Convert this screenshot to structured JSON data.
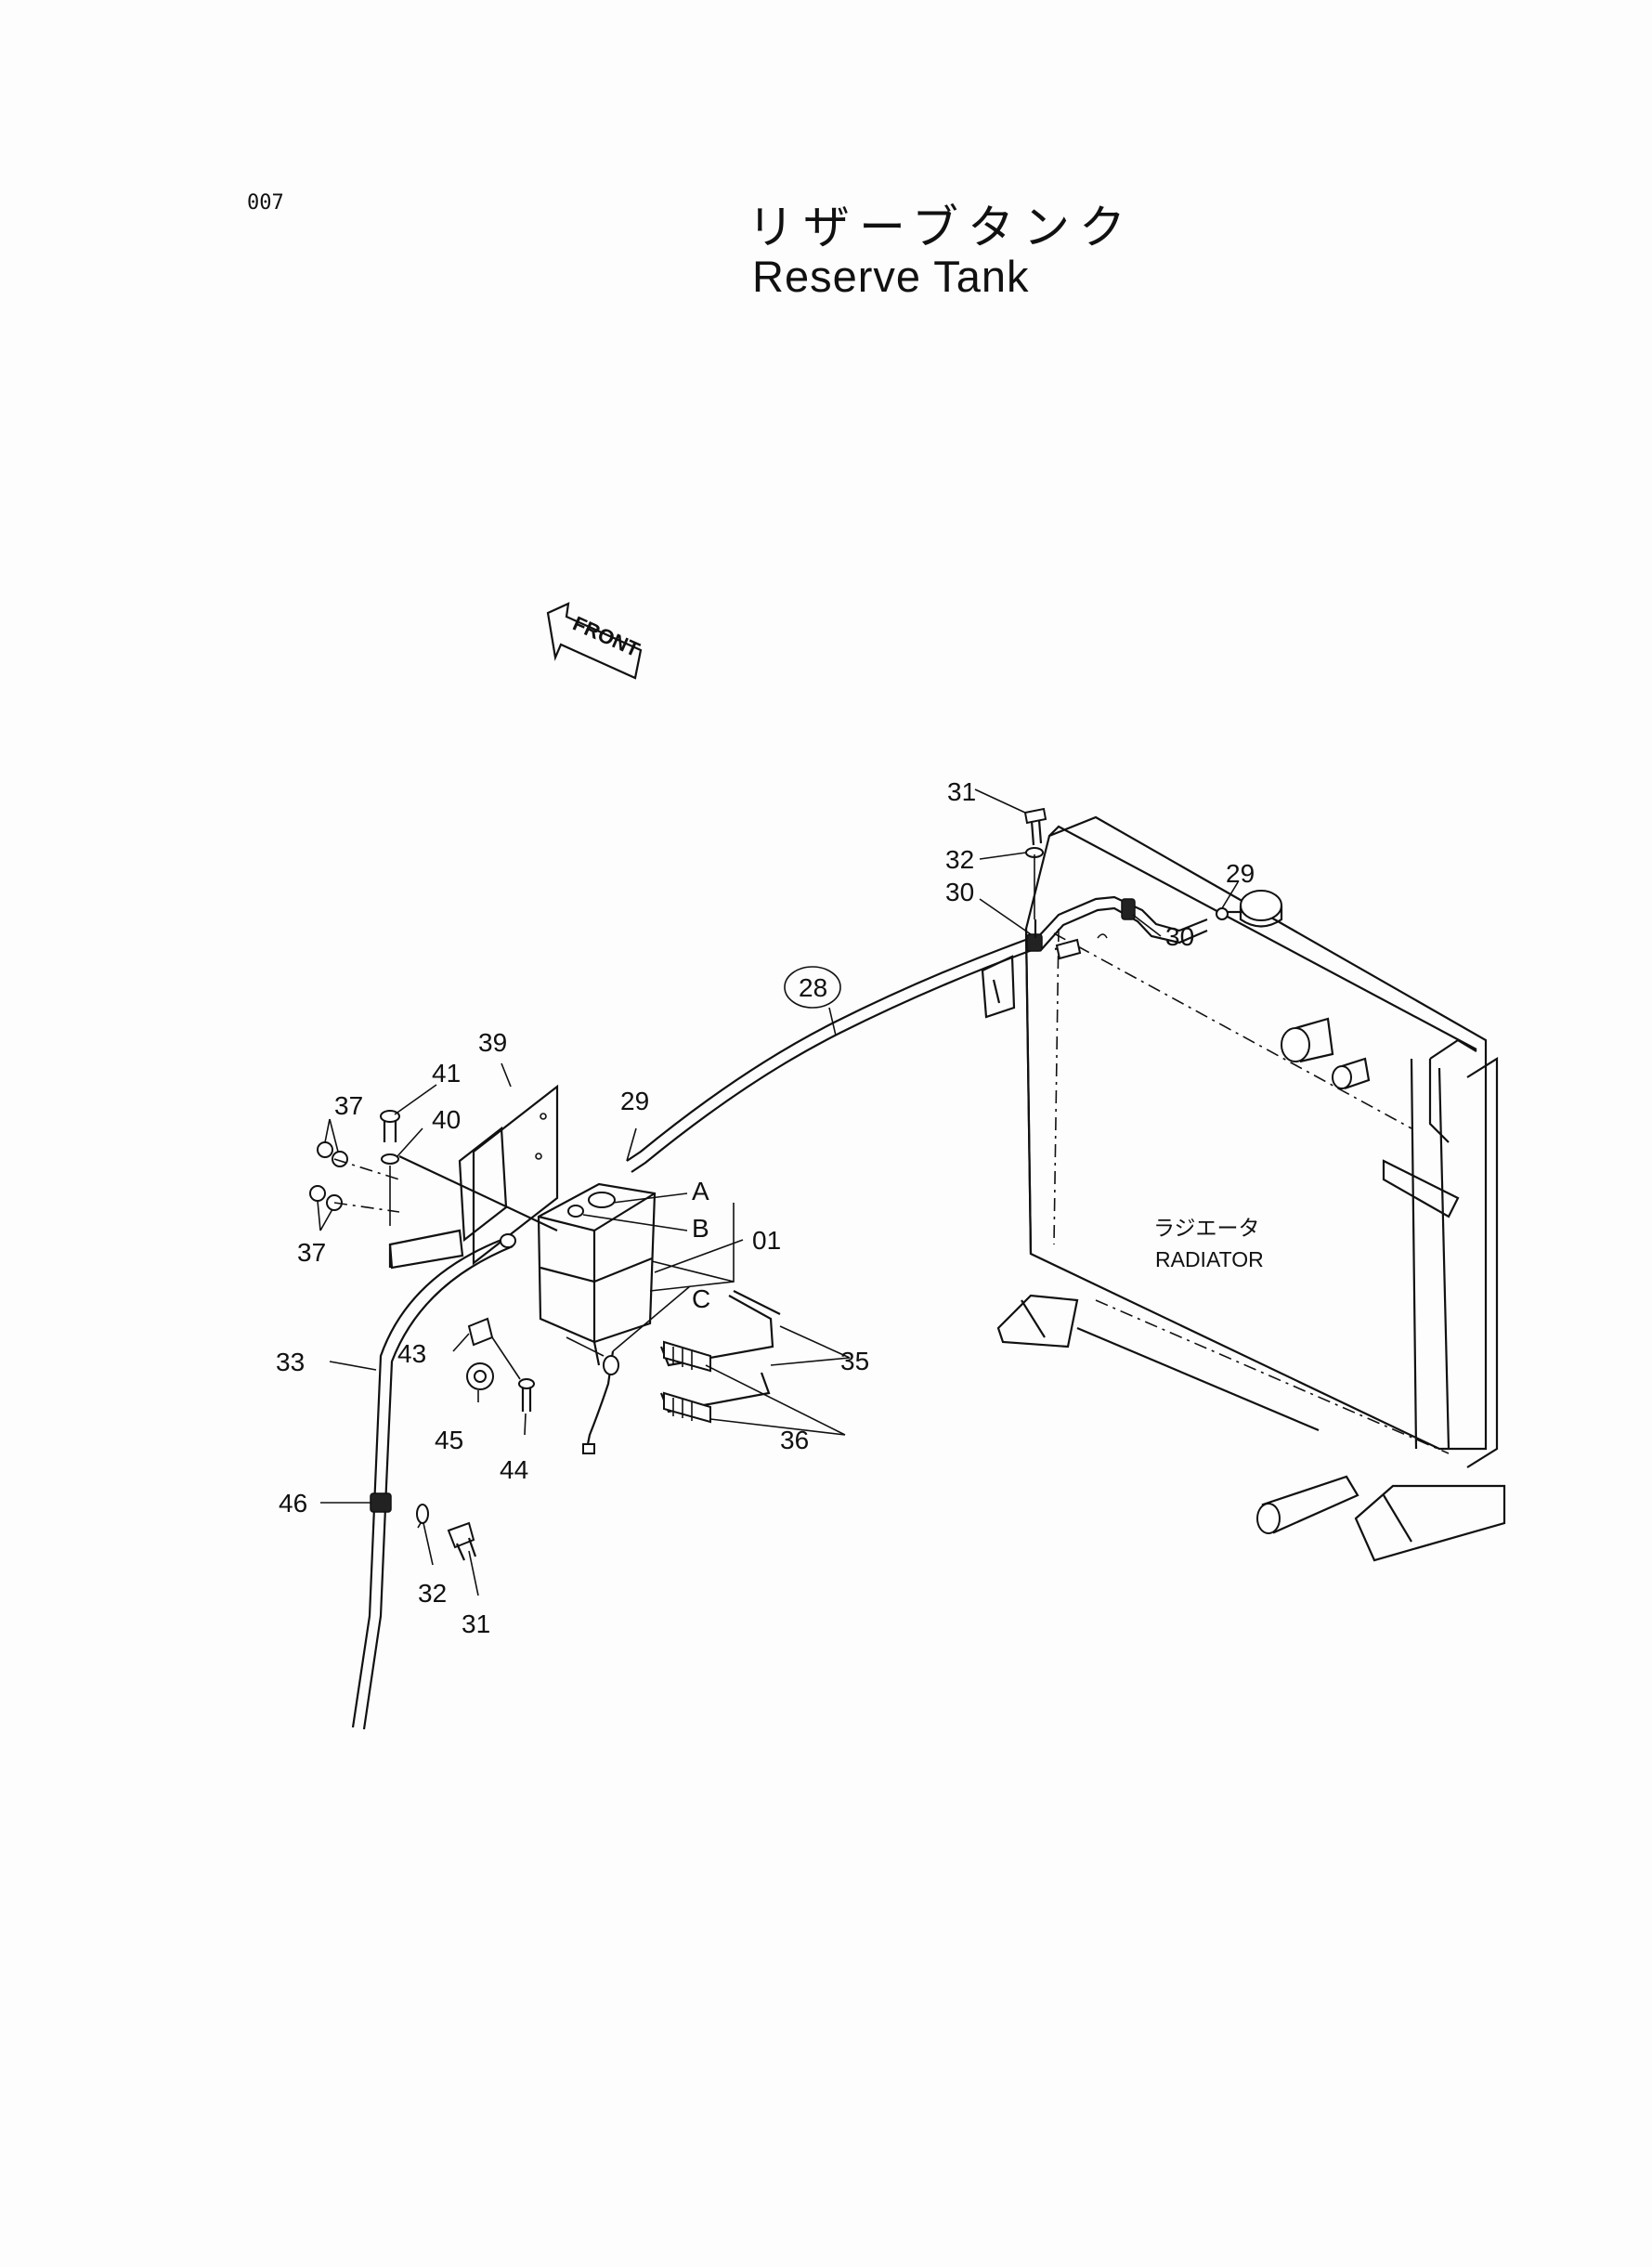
{
  "page_number": "007",
  "title_jp": "リザーブタンク",
  "title_en": "Reserve  Tank",
  "front_label": "FRONT",
  "radiator_label_jp": "ラジエータ",
  "radiator_label_en": "RADIATOR",
  "callouts": {
    "c31_top": "31",
    "c32_top": "32",
    "c30_left": "30",
    "c30_right": "30",
    "c29_right": "29",
    "c28": "28",
    "c39": "39",
    "c41": "41",
    "c40": "40",
    "c37_top": "37",
    "c37_bottom": "37",
    "c29_left": "29",
    "cA": "A",
    "cB": "B",
    "c01": "01",
    "cC": "C",
    "c35": "35",
    "c36": "36",
    "c33": "33",
    "c43": "43",
    "c45": "45",
    "c44": "44",
    "c46": "46",
    "c32_bottom": "32",
    "c31_bottom": "31"
  }
}
